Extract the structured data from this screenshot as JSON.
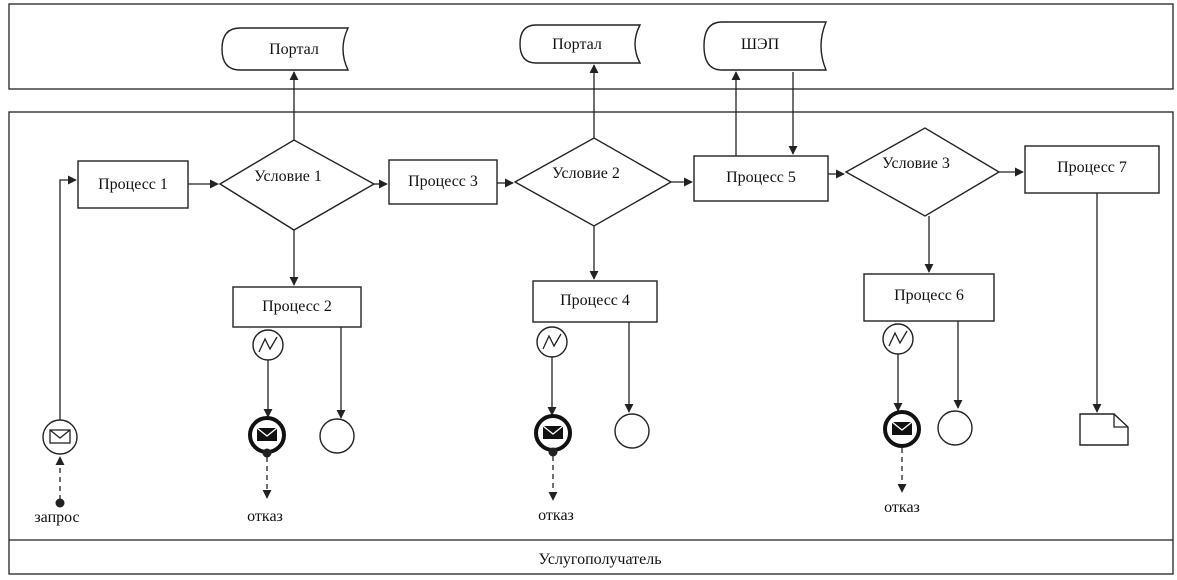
{
  "lanes": {
    "bottom_label": "Услугополучатель"
  },
  "systems": {
    "portal_1": "Портал",
    "portal_2": "Портал",
    "shep": "ШЭП"
  },
  "processes": {
    "p1": "Процесс 1",
    "p2": "Процесс 2",
    "p3": "Процесс 3",
    "p4": "Процесс 4",
    "p5": "Процесс 5",
    "p6": "Процесс 6",
    "p7": "Процесс 7"
  },
  "conditions": {
    "c1": "Условие 1",
    "c2": "Условие 2",
    "c3": "Условие 3"
  },
  "events": {
    "request": "запрос",
    "refusal_1": "отказ",
    "refusal_2": "отказ",
    "refusal_3": "отказ"
  },
  "icons": {
    "message_start": "envelope-icon",
    "message_end": "filled-envelope-icon",
    "timer": "wave-timer-icon",
    "end": "circle-end-icon",
    "document": "document-icon"
  },
  "colors": {
    "line": "#222222",
    "background": "#ffffff"
  }
}
